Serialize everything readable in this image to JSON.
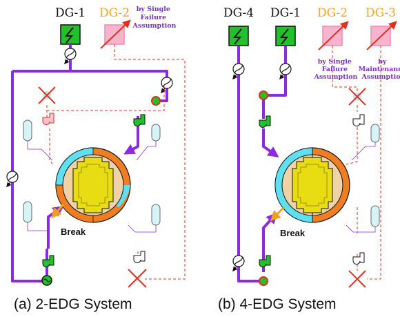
{
  "colors": {
    "active_pipe": "#8a2be2",
    "failed_line": "#e0301e",
    "generator_green": "#22c02a",
    "generator_pink": "#f6b4cf",
    "dg_failed_label": "#f4a322",
    "core_yellow": "#e8dd12",
    "ring_cyan": "#5fe0f0",
    "ring_orange": "#ef7e22",
    "ring_tan": "#efd2a6",
    "break_arrow": "#f0a020",
    "tank_fill": "#d6f3f8"
  },
  "panel_a": {
    "dg_labels": {
      "dg1": "DG-1",
      "dg2": "DG-2"
    },
    "note_failure": [
      "by Single",
      "Failure",
      "Assumption"
    ],
    "break_label": "Break",
    "caption": "(a) 2-EDG System"
  },
  "panel_b": {
    "dg_labels": {
      "dg4": "DG-4",
      "dg1": "DG-1",
      "dg2": "DG-2",
      "dg3": "DG-3"
    },
    "note_failure": [
      "by Single",
      "Failure",
      "Assumption"
    ],
    "note_maintenance": [
      "by",
      "Maintenance",
      "Assumption"
    ],
    "break_label": "Break",
    "caption": "(b) 4-EDG System"
  },
  "icons": [
    "generator-icon",
    "disconnect-switch-icon",
    "pump-icon",
    "motor-icon",
    "tank-icon",
    "failed-x-icon",
    "reactor-core-icon"
  ]
}
